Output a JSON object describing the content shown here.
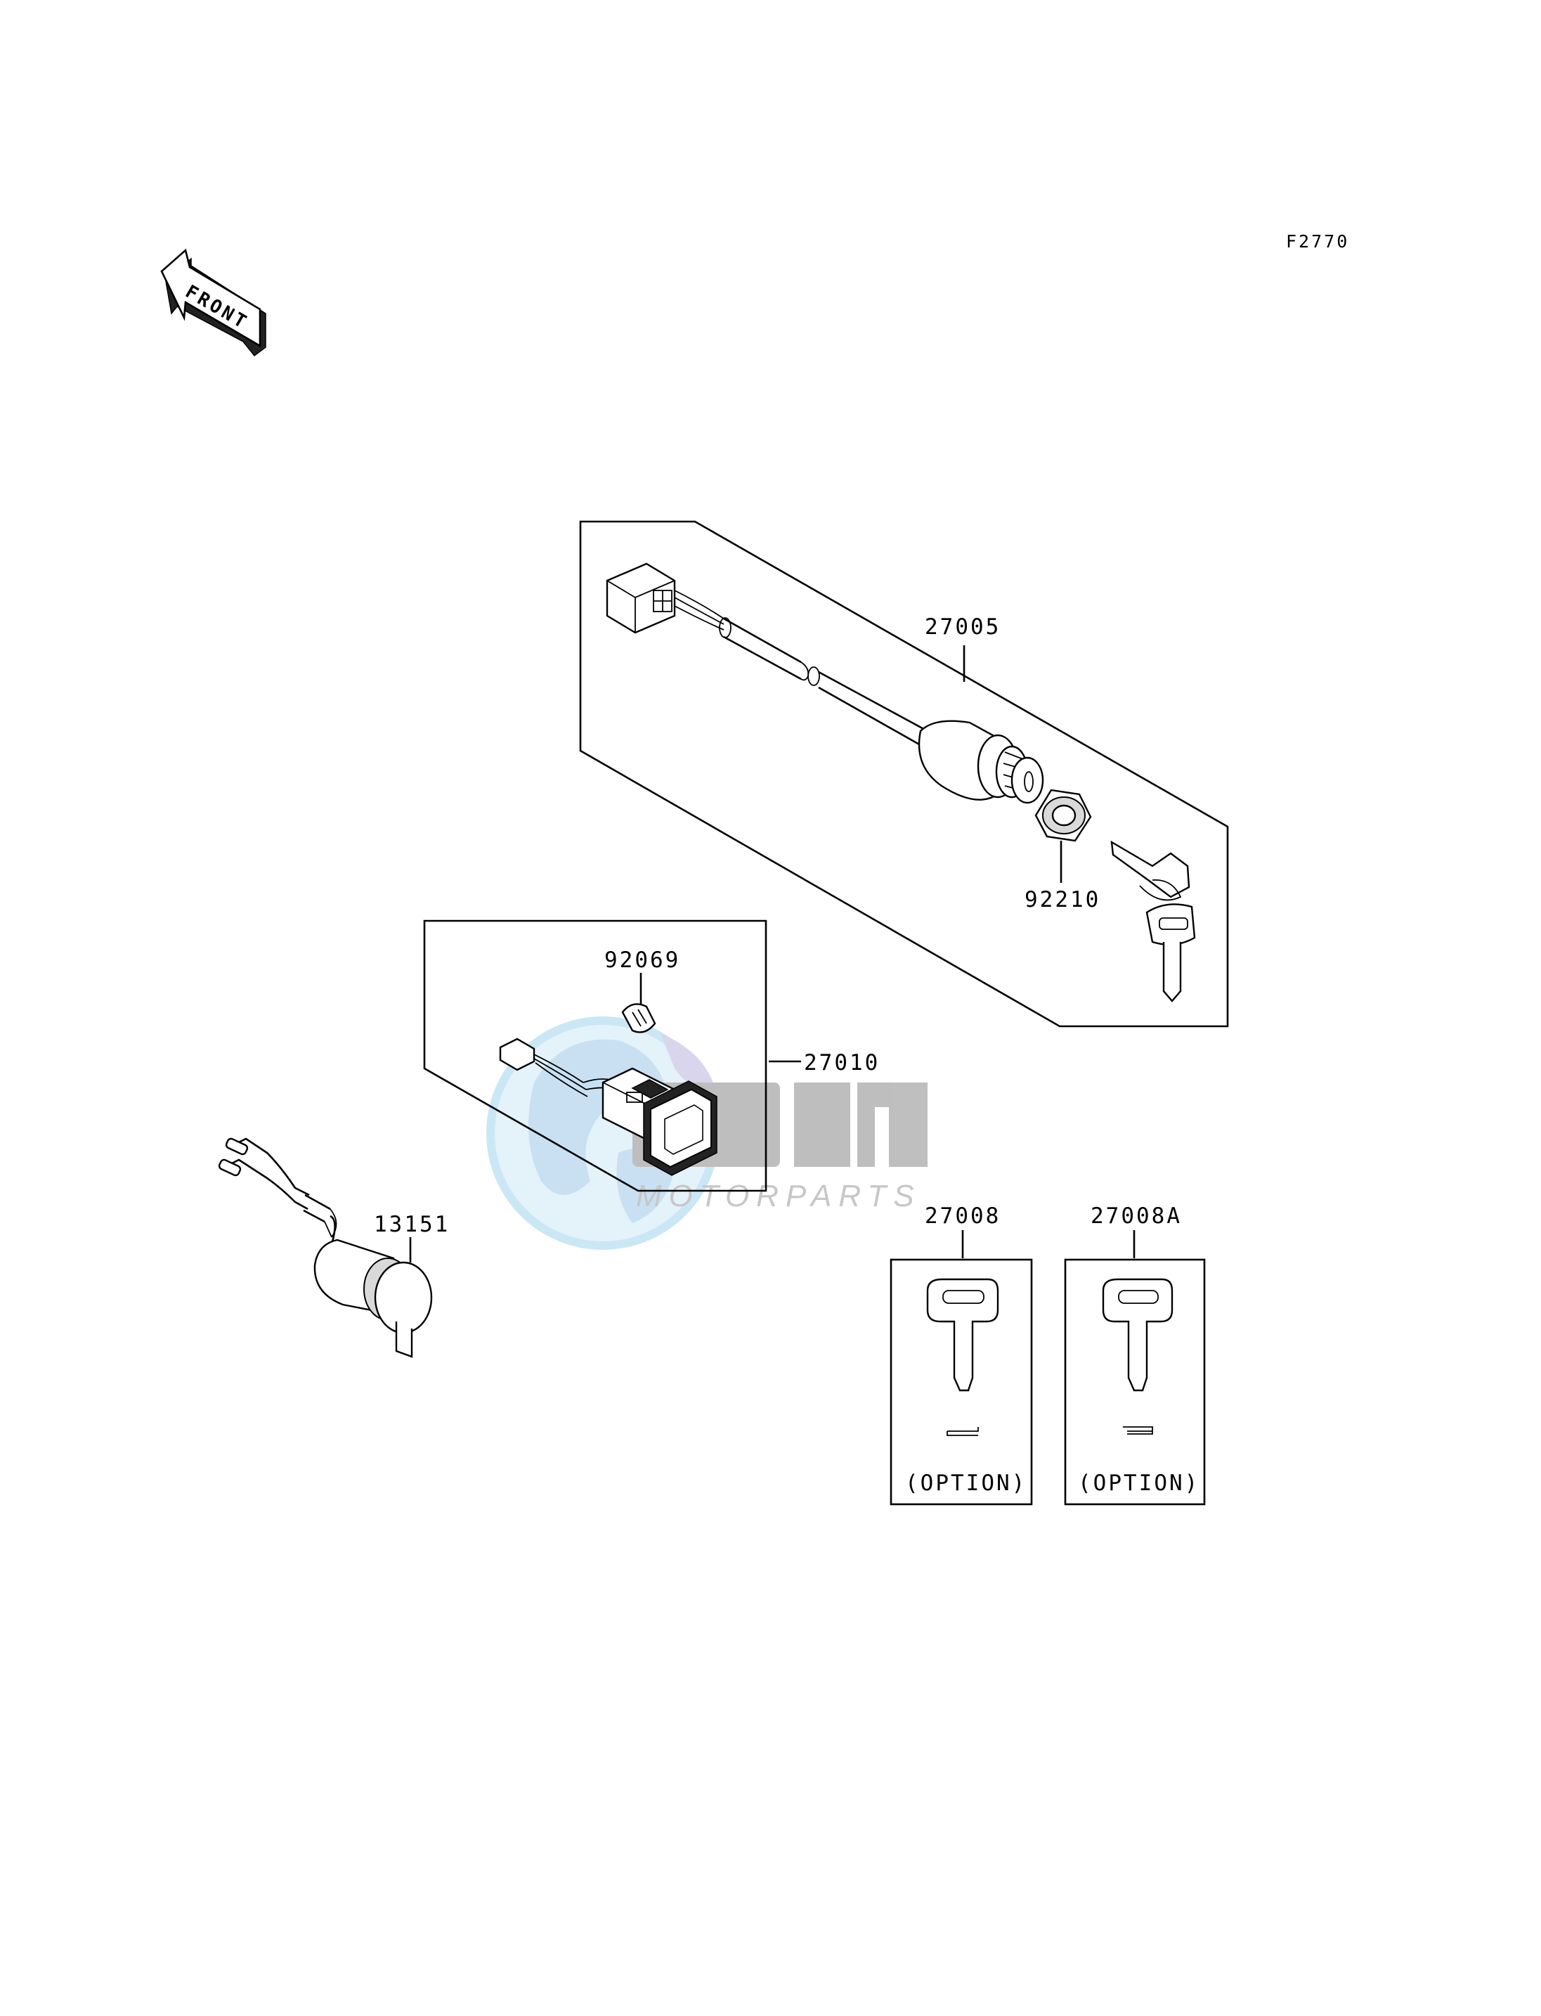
{
  "figure_code": "F2770",
  "front_arrow": {
    "label": "FRONT",
    "icon": "front-direction-arrow-icon"
  },
  "watermark": {
    "brand": "OEM",
    "subtitle": "MOTORPARTS",
    "icon": "globe-logo-icon"
  },
  "callouts": {
    "p27005": "27005",
    "p92210": "92210",
    "p92069": "92069",
    "p27010": "27010",
    "p13151": "13151",
    "p27008": "27008",
    "p27008A": "27008A"
  },
  "option_boxes": [
    {
      "part": "27008",
      "note": "(OPTION)"
    },
    {
      "part": "27008A",
      "note": "(OPTION)"
    }
  ]
}
